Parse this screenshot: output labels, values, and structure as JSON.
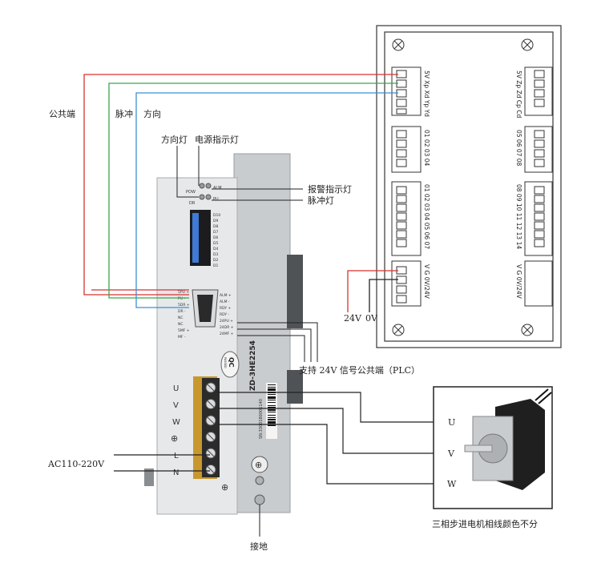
{
  "labels": {
    "common": "公共端",
    "pulse_top": "脉冲",
    "direction_top": "方向",
    "dir_led": "方向灯",
    "power_led": "电源指示灯",
    "alarm_led": "报警指示灯",
    "pulse_led": "脉冲灯",
    "v24": "24V",
    "v0": "0V",
    "support_24v": "支持 24V 信号公共端（PLC）",
    "ac_input": "AC110-220V",
    "ground": "接地",
    "motor_note": "三相步进电机相线颜色不分",
    "motor_u": "U",
    "motor_v": "V",
    "motor_w": "W"
  },
  "driver": {
    "model": "ZD-3HE2254",
    "serial": "SN:3300180001140",
    "qc": "QC",
    "qc_sub": "PASSED",
    "led_pow": "POW",
    "led_dr": "DR",
    "led_alm": "ALM",
    "led_pu": "PU",
    "dip_labels": [
      "D10",
      "D9",
      "D8",
      "D7",
      "D6",
      "D5",
      "D4",
      "D3",
      "D2",
      "D1"
    ],
    "left_pins": [
      "5PU +",
      "PU -",
      "5DR +",
      "DR -",
      "NC",
      "NC",
      "5MF +",
      "MF -"
    ],
    "right_pins": [
      "ALM +",
      "ALM -",
      "RDY +",
      "RDY -",
      "24PU +",
      "24DR +",
      "24MF +"
    ],
    "terminal_labels": [
      "U",
      "V",
      "W",
      "⊕",
      "L",
      "N"
    ],
    "earth_symbol": "⊕"
  },
  "plc": {
    "col1": [
      {
        "text": "5V Xp Xd Yp Yd"
      },
      {
        "text": "01 02 03 04"
      },
      {
        "text": "01 02 03 04 05 06 07"
      },
      {
        "text": "V G 0V/24V"
      }
    ],
    "col2": [
      {
        "text": "5V Zp Zd Cp Cd"
      },
      {
        "text": "05 06 07 08"
      },
      {
        "text": "08 09 10 11 12 13 14"
      },
      {
        "text": "V G 0V/24V"
      }
    ]
  },
  "colors": {
    "red": "#d9322c",
    "green": "#3aa84a",
    "blue": "#3c8fd6",
    "black": "#222222",
    "common_label": "#d9322c",
    "pulse_label": "#3aa84a",
    "direction_label": "#3c8fd6"
  }
}
